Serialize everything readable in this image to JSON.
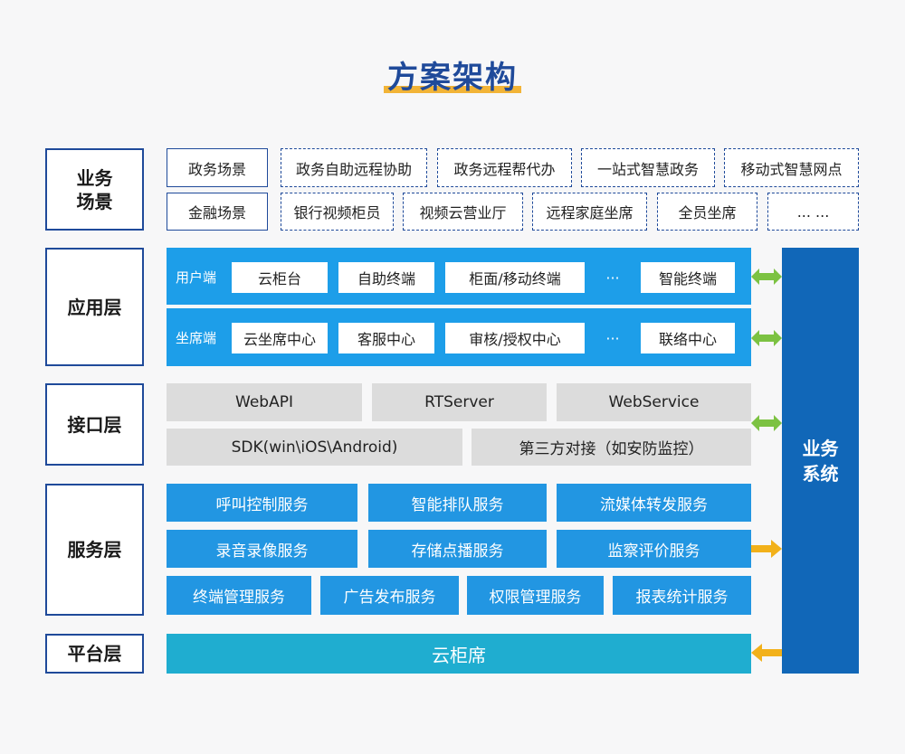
{
  "title": "方案架构",
  "layers": {
    "business_scene": "业务\n场景",
    "application": "应用层",
    "interface": "接口层",
    "service": "服务层",
    "platform": "平台层"
  },
  "scenes": {
    "row1": [
      "政务场景",
      "政务自助远程协助",
      "政务远程帮代办",
      "一站式智慧政务",
      "移动式智慧网点"
    ],
    "row2": [
      "金融场景",
      "银行视频柜员",
      "视频云营业厅",
      "远程家庭坐席",
      "全员坐席",
      "... ..."
    ]
  },
  "application": {
    "user_side": {
      "label": "用户端",
      "items": [
        "云柜台",
        "自助终端",
        "柜面/移动终端",
        "···",
        "智能终端"
      ]
    },
    "agent_side": {
      "label": "坐席端",
      "items": [
        "云坐席中心",
        "客服中心",
        "审核/授权中心",
        "···",
        "联络中心"
      ]
    }
  },
  "interface": {
    "row1": [
      "WebAPI",
      "RTServer",
      "WebService"
    ],
    "row2": [
      "SDK(win\\iOS\\Android)",
      "第三方对接（如安防监控）"
    ]
  },
  "service": {
    "row1": [
      "呼叫控制服务",
      "智能排队服务",
      "流媒体转发服务"
    ],
    "row2": [
      "录音录像服务",
      "存储点播服务",
      "监察评价服务"
    ],
    "row3": [
      "终端管理服务",
      "广告发布服务",
      "权限管理服务",
      "报表统计服务"
    ]
  },
  "platform": "云柜席",
  "business_system": "业务\n系统",
  "colors": {
    "title": "#1f4a9a",
    "title_underline": "#f2b437",
    "app_band": "#1d9ee9",
    "service_box": "#2296e2",
    "platform": "#1fadd0",
    "business_system": "#1167b8",
    "arrow_green": "#7cc242",
    "arrow_orange": "#f2b11a"
  }
}
